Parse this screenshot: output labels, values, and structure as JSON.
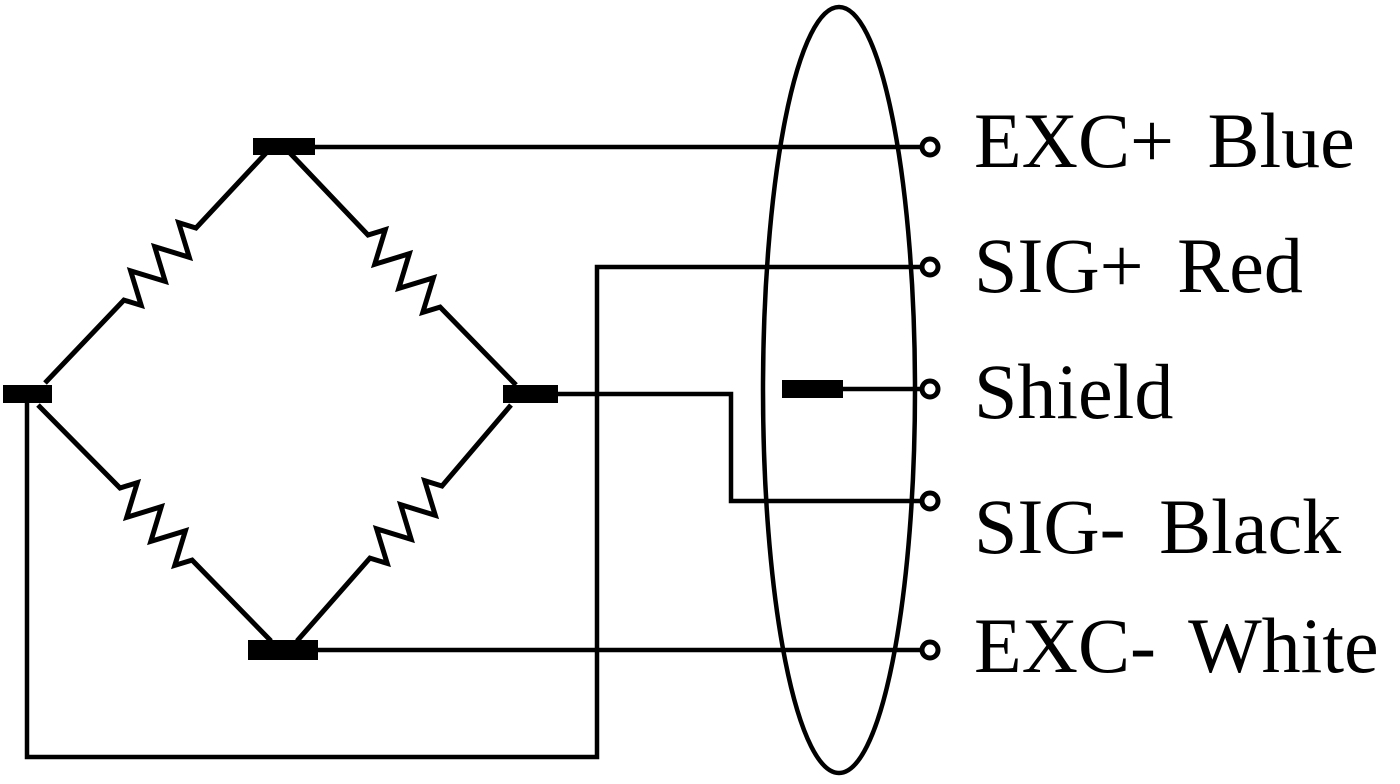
{
  "diagram": {
    "kind": "load-cell wheatstone-bridge wiring diagram",
    "terminals": [
      {
        "id": "exc-plus",
        "label": "EXC+ Blue"
      },
      {
        "id": "sig-plus",
        "label": "SIG+ Red"
      },
      {
        "id": "shield",
        "label": "Shield"
      },
      {
        "id": "sig-minus",
        "label": "SIG- Black"
      },
      {
        "id": "exc-minus",
        "label": "EXC- White"
      }
    ],
    "colors": {
      "ink": "#000000",
      "background": "#ffffff"
    }
  }
}
